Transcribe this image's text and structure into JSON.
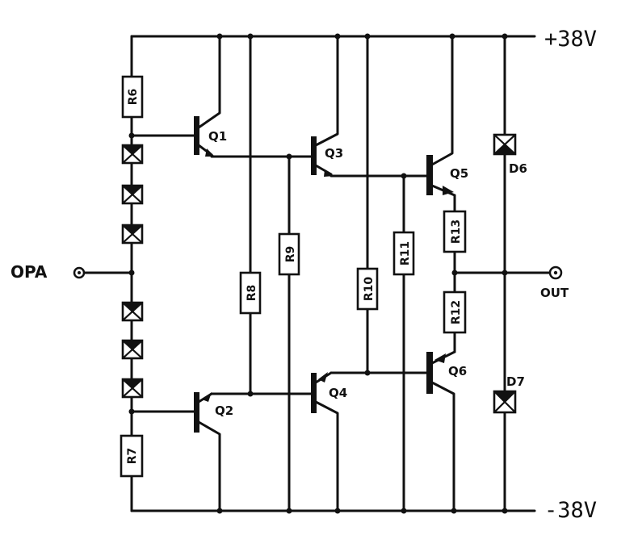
{
  "rails": {
    "positive": "+38V",
    "negative": "-38V"
  },
  "terminals": {
    "input": "OPA",
    "output": "OUT"
  },
  "transistors": {
    "q1": "Q1",
    "q2": "Q2",
    "q3": "Q3",
    "q4": "Q4",
    "q5": "Q5",
    "q6": "Q6"
  },
  "resistors": {
    "r6": "R6",
    "r7": "R7",
    "r8": "R8",
    "r9": "R9",
    "r10": "R10",
    "r11": "R11",
    "r12": "R12",
    "r13": "R13"
  },
  "diodes": {
    "d6": "D6",
    "d7": "D7"
  }
}
